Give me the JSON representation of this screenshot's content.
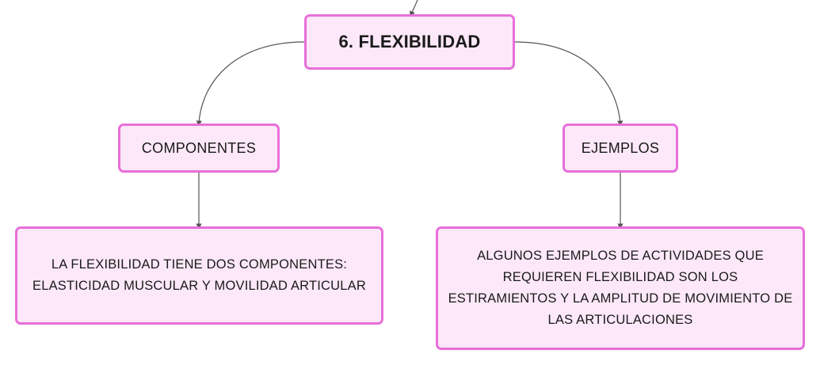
{
  "colors": {
    "node_border": "#e86fd9",
    "node_fill": "#fce8f8",
    "connector": "#555555",
    "text": "#1a1a1a"
  },
  "diagram": {
    "main_topic": "6. FLEXIBILIDAD",
    "branches": [
      {
        "title": "COMPONENTES",
        "detail": "LA FLEXIBILIDAD TIENE DOS COMPONENTES: ELASTICIDAD MUSCULAR Y MOVILIDAD ARTICULAR"
      },
      {
        "title": "EJEMPLOS",
        "detail": "ALGUNOS EJEMPLOS DE ACTIVIDADES QUE REQUIEREN FLEXIBILIDAD SON LOS ESTIRAMIENTOS Y LA AMPLITUD DE MOVIMIENTO DE LAS ARTICULACIONES"
      }
    ]
  }
}
